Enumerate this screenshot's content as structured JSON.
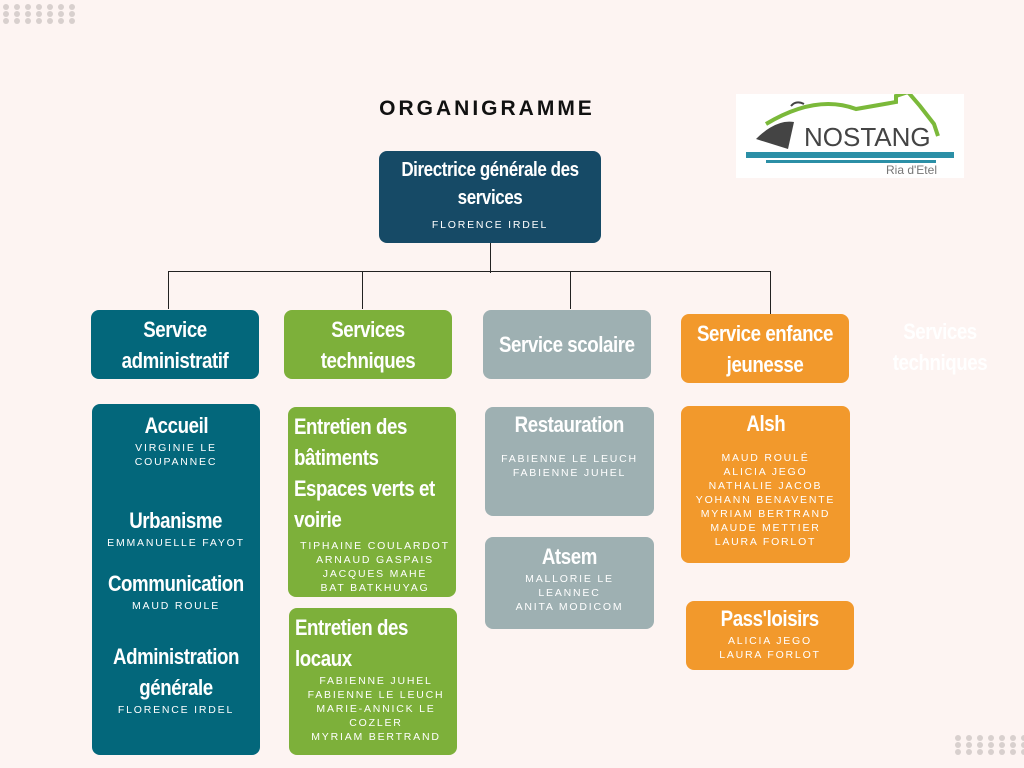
{
  "title": "ORGANIGRAMME",
  "logo": {
    "name": "NOSTANG",
    "subtitle": "Ria d'Etel"
  },
  "top": {
    "title": "Directrice générale des services",
    "person": "FLORENCE IRDEL"
  },
  "services": [
    {
      "label": "Service administratif"
    },
    {
      "label": "Services techniques"
    },
    {
      "label": "Service scolaire"
    },
    {
      "label": "Service enfance jeunesse"
    },
    {
      "label": "Services techniques"
    }
  ],
  "admin": [
    {
      "title": "Accueil",
      "people": [
        "VIRGINIE LE COUPANNEC"
      ]
    },
    {
      "title": "Urbanisme",
      "people": [
        "EMMANUELLE FAYOT"
      ]
    },
    {
      "title": "Communication",
      "people": [
        "MAUD ROULE"
      ]
    },
    {
      "title": "Administration générale",
      "people": [
        "FLORENCE IRDEL"
      ]
    }
  ],
  "tech": [
    {
      "title": "Entretien des bâtiments Espaces verts et voirie",
      "people": [
        "TIPHAINE COULARDOT",
        "ARNAUD GASPAIS",
        "JACQUES MAHE",
        "BAT BATKHUYAG"
      ]
    },
    {
      "title": "Entretien des locaux",
      "people": [
        "FABIENNE JUHEL",
        "FABIENNE LE LEUCH",
        "MARIE-ANNICK LE COZLER",
        "MYRIAM BERTRAND"
      ]
    }
  ],
  "scolaire": [
    {
      "title": "Restauration",
      "people": [
        "FABIENNE LE LEUCH",
        "FABIENNE JUHEL"
      ]
    },
    {
      "title": "Atsem",
      "people": [
        "MALLORIE LE LEANNEC",
        "ANITA MODICOM"
      ]
    }
  ],
  "enfance": [
    {
      "title": "Alsh",
      "people": [
        "MAUD ROULÉ",
        "ALICIA JEGO",
        "NATHALIE JACOB",
        "YOHANN BENAVENTE",
        "MYRIAM BERTRAND",
        "MAUDE METTIER",
        "LAURA FORLOT"
      ]
    },
    {
      "title": "Pass'loisirs",
      "people": [
        "ALICIA JEGO",
        "LAURA FORLOT"
      ]
    }
  ]
}
